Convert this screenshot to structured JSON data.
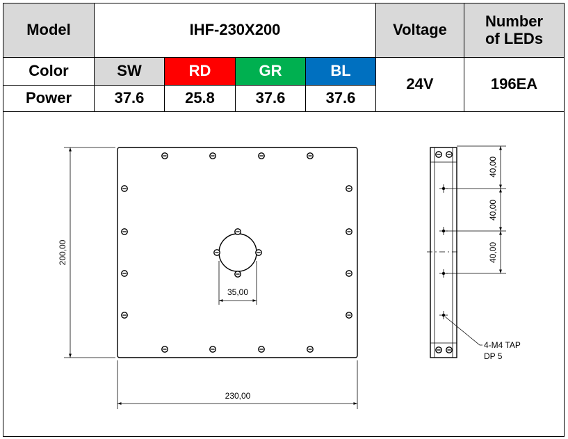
{
  "spec_table": {
    "model_label": "Model",
    "model_value": "IHF-230X200",
    "voltage_label": "Voltage",
    "voltage_value": "24V",
    "leds_label_line1": "Number",
    "leds_label_line2": "of LEDs",
    "leds_value": "196EA",
    "color_label": "Color",
    "power_label": "Power",
    "channels": [
      {
        "name": "SW",
        "power": "37.6",
        "color": "#d9d9d9"
      },
      {
        "name": "RD",
        "power": "25.8",
        "color": "#ff0000"
      },
      {
        "name": "GR",
        "power": "37.6",
        "color": "#00b050"
      },
      {
        "name": "BL",
        "power": "37.6",
        "color": "#0070c0"
      }
    ]
  },
  "drawing": {
    "dim_height": "200,00",
    "dim_width": "230,00",
    "dim_hole": "35,00",
    "dim_pitch_1": "40,00",
    "dim_pitch_2": "40,00",
    "dim_pitch_3": "40,00",
    "tap_note_line1": "4-M4 TAP",
    "tap_note_line2": "DP 5"
  }
}
